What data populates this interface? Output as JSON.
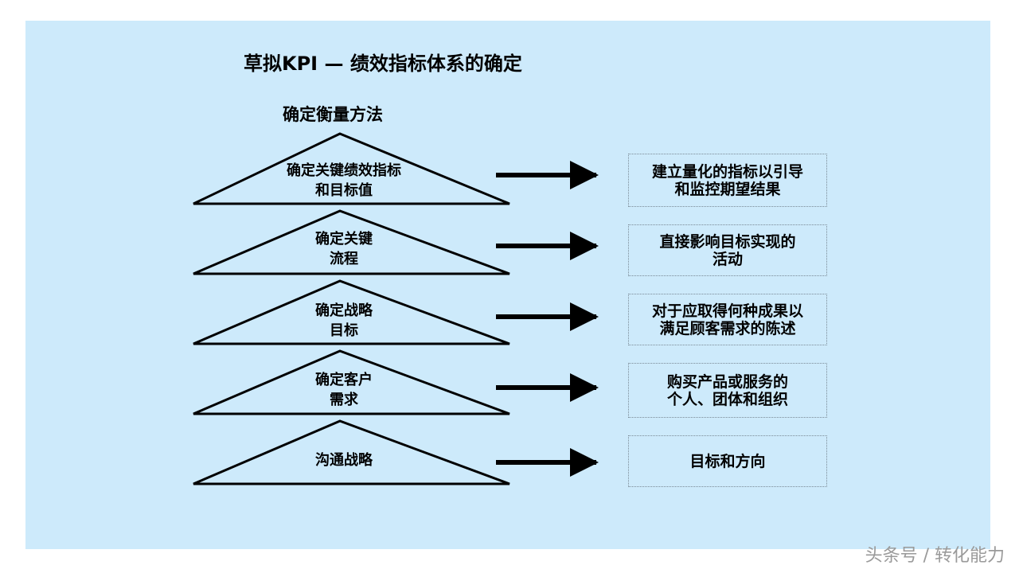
{
  "title": "草拟KPI — 绩效指标体系的确定",
  "subtitle": "确定衡量方法",
  "colors": {
    "panel_background": "#cdeafb",
    "stroke": "#000000"
  },
  "levels": [
    {
      "label_lines": [
        "确定关键绩效指标",
        "和目标值"
      ],
      "description_lines": [
        "建立量化的指标以引导",
        "和监控期望结果"
      ]
    },
    {
      "label_lines": [
        "确定关键",
        "流程"
      ],
      "description_lines": [
        "直接影响目标实现的",
        "活动"
      ]
    },
    {
      "label_lines": [
        "确定战略",
        "目标"
      ],
      "description_lines": [
        "对于应取得何种成果以",
        "满足顾客需求的陈述"
      ]
    },
    {
      "label_lines": [
        "确定客户",
        "需求"
      ],
      "description_lines": [
        "购买产品或服务的",
        "个人、团体和组织"
      ]
    },
    {
      "label_lines": [
        "沟通战略"
      ],
      "description_lines": [
        "目标和方向"
      ]
    }
  ],
  "watermark": "头条号 / 转化能力"
}
